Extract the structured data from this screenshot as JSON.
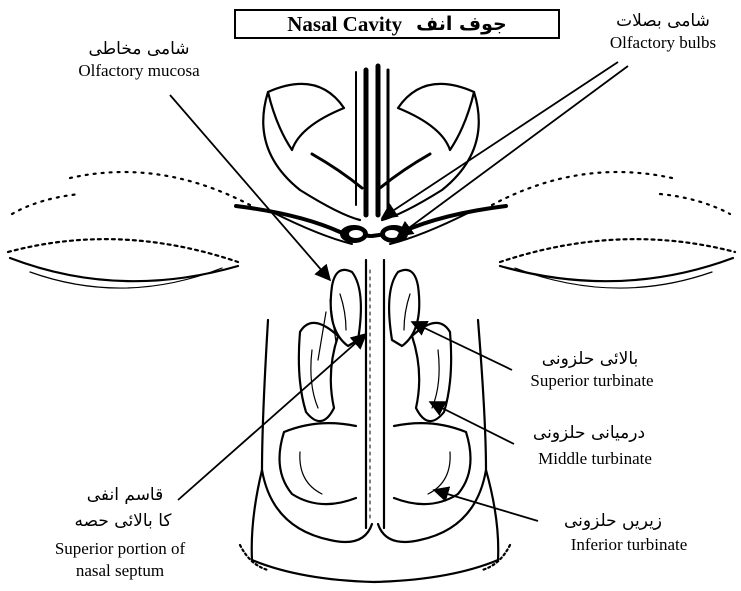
{
  "title": {
    "english": "Nasal Cavity",
    "persian": "جوف انف"
  },
  "labels": {
    "olfactory_mucosa": {
      "persian": "شامی مخاطی",
      "english": "Olfactory mucosa"
    },
    "olfactory_bulbs": {
      "persian": "شامی بصلات",
      "english": "Olfactory bulbs"
    },
    "superior_turbinate": {
      "persian": "بالائی حلزونی",
      "english": "Superior turbinate"
    },
    "middle_turbinate": {
      "persian": "درمیانی حلزونی",
      "english": "Middle turbinate"
    },
    "inferior_turbinate": {
      "persian": "زیریں حلزونی",
      "english": "Inferior turbinate"
    },
    "septum": {
      "persian_line1": "قاسم انفی",
      "persian_line2": "کا بالائی حصه",
      "english_line1": "Superior portion of",
      "english_line2": "nasal septum"
    }
  }
}
